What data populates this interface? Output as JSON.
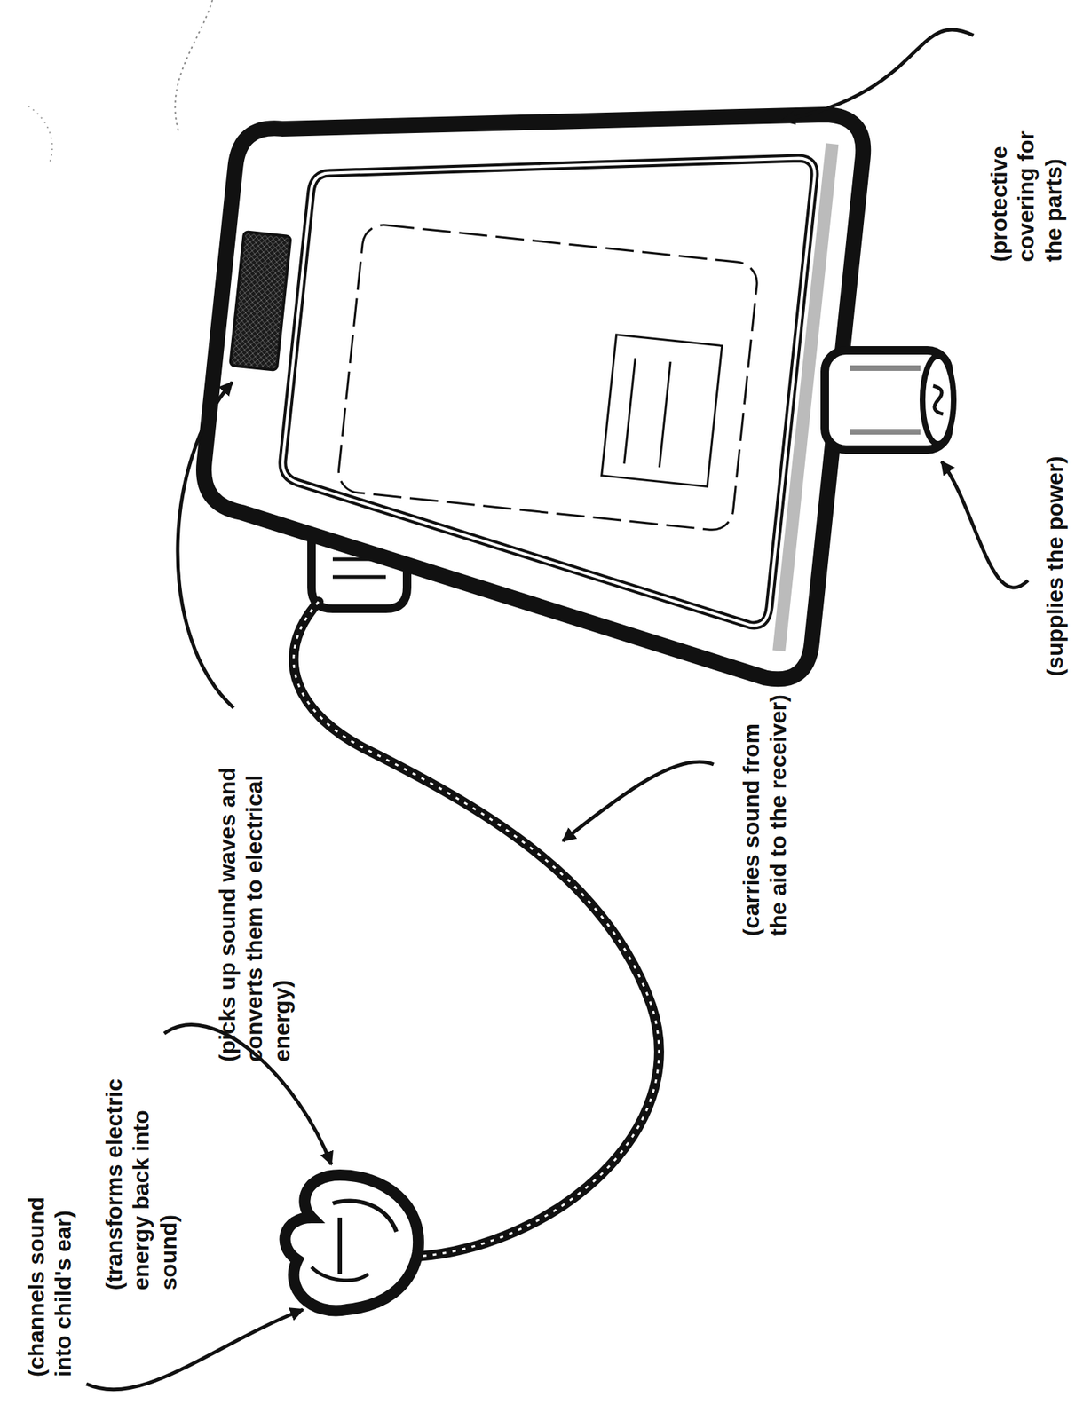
{
  "diagram": {
    "labels": [
      "(picks up sound waves and converts them to electrical energy)",
      "(protective covering for the parts)",
      "(carries sound from the aid to the receiver)",
      "(supplies the power)",
      "(transforms electric energy back into sound)",
      "(channels sound into child's ear)"
    ]
  }
}
